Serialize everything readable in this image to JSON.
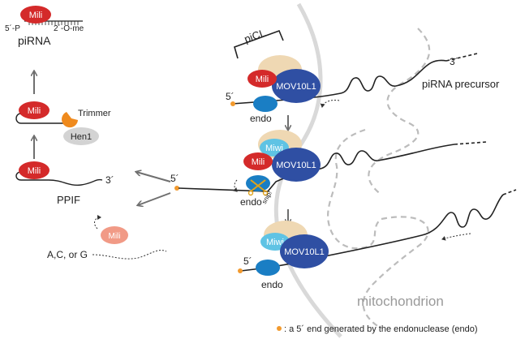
{
  "labels": {
    "five_p": "5´-P",
    "two_o_me": "2´-O-me",
    "pirna": "piRNA",
    "trimmer": "Trimmer",
    "hen1": "Hen1",
    "mili": "Mili",
    "miwi": "Miwi",
    "mov10l1": "MOV10L1",
    "endo": "endo",
    "snip": "snip!",
    "picl": "piCL",
    "pirna_precursor": "piRNA precursor",
    "three_prime": "3´",
    "five_prime": "5´",
    "ppif": "PPIF",
    "acg": "A,C, or G",
    "mitochondrion": "mitochondrion",
    "footnote": ": a 5´ end generated by the endonuclease (endo)"
  },
  "colors": {
    "mili": "#d42a2a",
    "mili_faded": "#f19a86",
    "mov10l1": "#2f4fa3",
    "miwi": "#5fc3e4",
    "endo": "#1a7ec4",
    "trimmer": "#ef8a1d",
    "hen1": "#d3d3d3",
    "tan": "#efd8b3",
    "membrane": "#d9d9d9",
    "mito_dash": "#bcbcbc",
    "orange_dot": "#f29a2e",
    "arrow": "#6f6f6f"
  },
  "icons": [
    "scissors-icon",
    "orange-dot-icon"
  ]
}
